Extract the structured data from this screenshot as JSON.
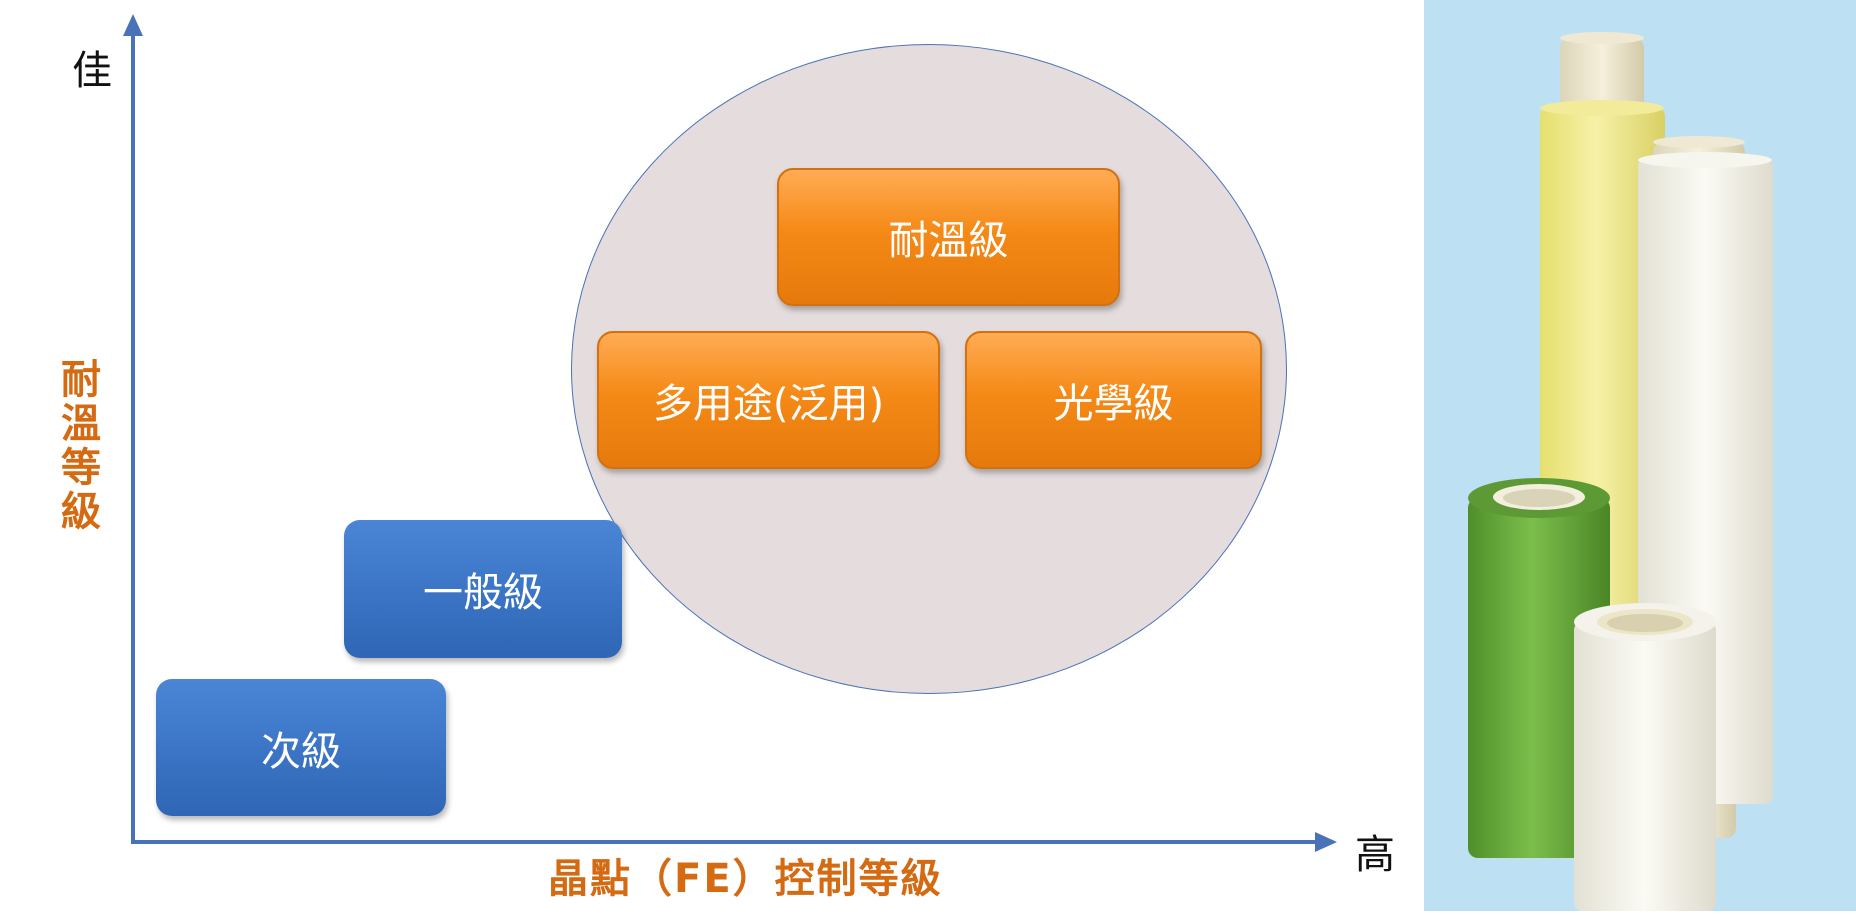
{
  "axes": {
    "y_top_label": "佳",
    "x_end_label": "高",
    "y_title": [
      "耐",
      "溫",
      "等",
      "級"
    ],
    "x_title": "晶點（FE）控制等級",
    "axis_color": "#4a72b8",
    "title_color": "#d46a12"
  },
  "blocks": {
    "secondary": "次級",
    "general": "一般級",
    "multipurpose": "多用途(泛用)",
    "optical": "光學級",
    "heat_resistant": "耐溫級"
  },
  "colors": {
    "blue_block": "#3a74c6",
    "orange_block": "#f58a17",
    "circle_fill": "#e4dcdd",
    "photo_background": "#bde1f2",
    "roll_yellow": "#f0ea90",
    "roll_green": "#6cae3e",
    "roll_white": "#f1f0e6"
  }
}
